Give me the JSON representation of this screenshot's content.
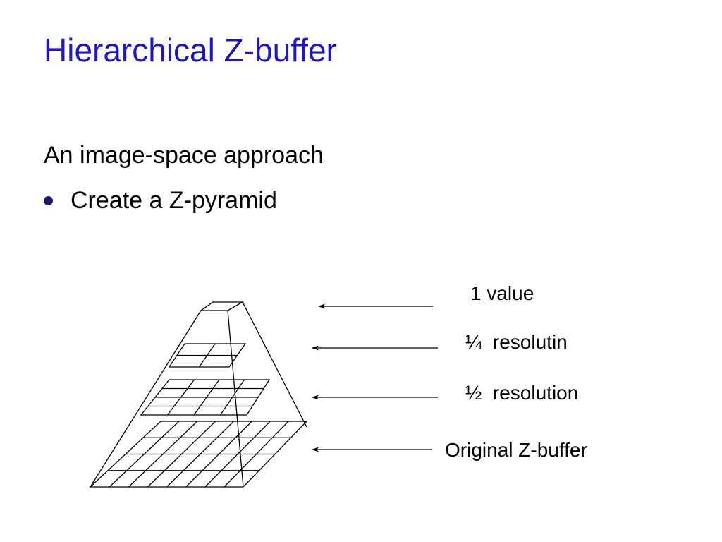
{
  "slide": {
    "title": "Hierarchical Z-buffer",
    "subtitle": "An image-space approach",
    "bullets": [
      "Create a Z-pyramid"
    ]
  },
  "diagram": {
    "levels": [
      {
        "label": "1 value"
      },
      {
        "label": "¼  resolutin"
      },
      {
        "label": "½  resolution"
      },
      {
        "label": "Original Z-buffer"
      }
    ]
  },
  "colors": {
    "title": "#1c16c8",
    "bullet": "#1a1a6e",
    "text": "#000000"
  }
}
